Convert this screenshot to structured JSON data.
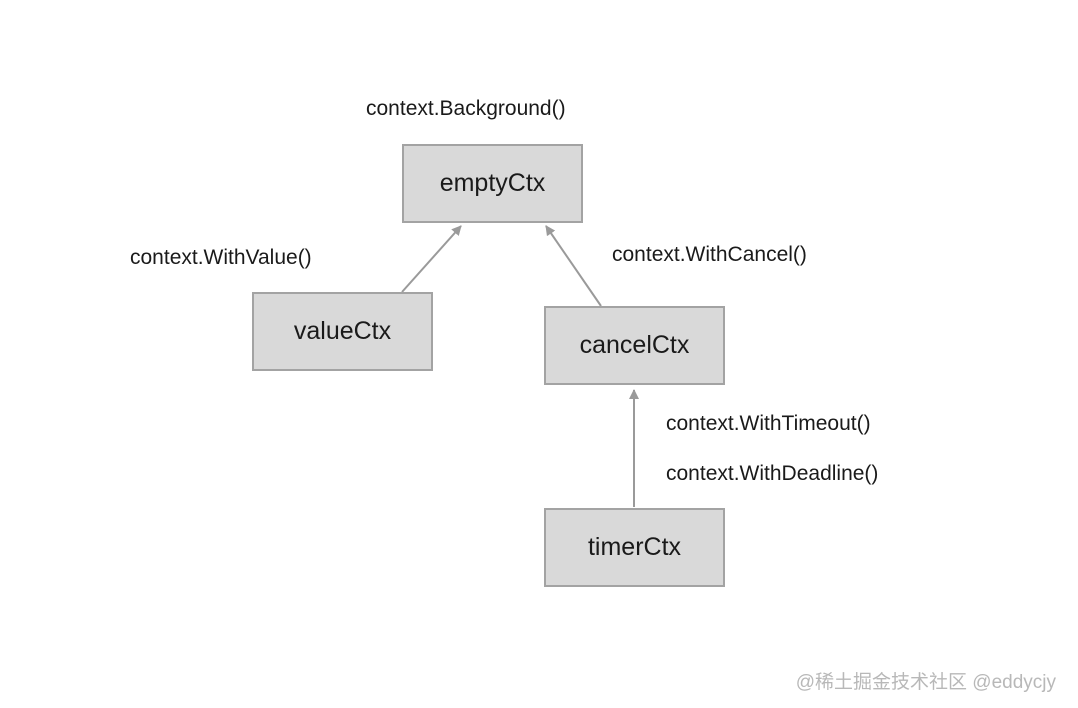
{
  "nodes": {
    "empty": "emptyCtx",
    "value": "valueCtx",
    "cancel": "cancelCtx",
    "timer": "timerCtx"
  },
  "labels": {
    "background": "context.Background()",
    "with_value": "context.WithValue()",
    "with_cancel": "context.WithCancel()",
    "with_timeout": "context.WithTimeout()",
    "with_deadline": "context.WithDeadline()"
  },
  "watermark": "@稀土掘金技术社区 @eddycjy",
  "colors": {
    "node_fill": "#d9d9d9",
    "node_border": "#a3a3a3",
    "arrow": "#9a9a9a",
    "text": "#1a1a1a"
  }
}
